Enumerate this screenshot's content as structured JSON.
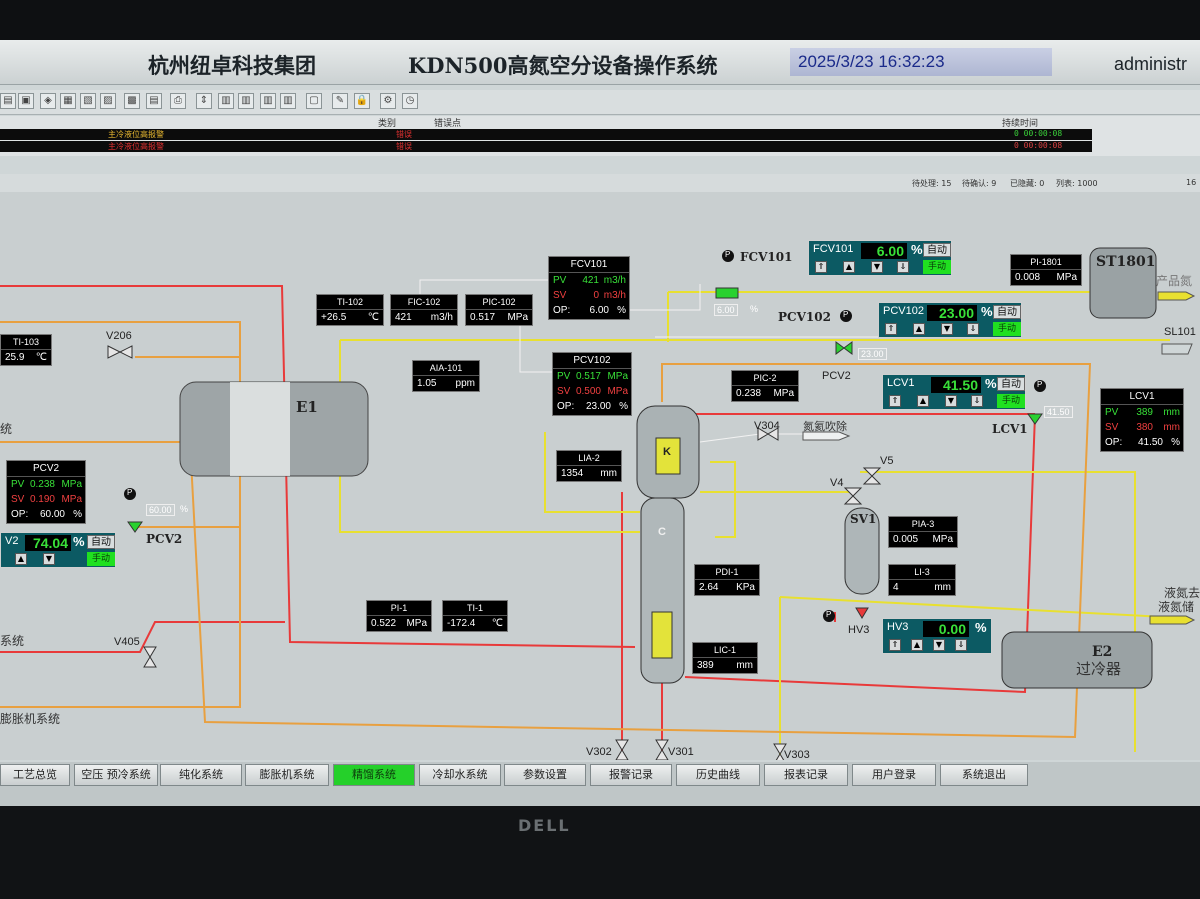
{
  "title": {
    "company": "杭州纽卓科技集团",
    "system": "KDN500高氮空分设备操作系统",
    "datetime": "2025/3/23 16:32:23",
    "user": "administr"
  },
  "alarm": {
    "headers": {
      "type": "类别",
      "point": "错误点",
      "duration": "持续时间"
    },
    "rows": [
      {
        "message": "主冷液位高报警",
        "type": "错误",
        "time": "0 00:00:08",
        "color": "#e8b830"
      },
      {
        "message": "主冷液位高报警",
        "type": "错误",
        "time": "0 00:00:08",
        "color": "#e03030"
      }
    ]
  },
  "status": {
    "pending": "待处理: 15",
    "ack": "待确认: 9",
    "hidden": "已隐藏: 0",
    "total": "列表: 1000",
    "page": "16"
  },
  "colors": {
    "red_pipe": "#e83a3a",
    "yellow_pipe": "#e8e030",
    "orange_pipe": "#e8a040",
    "active_tab": "#25d02a",
    "pv": "#38e038",
    "sv": "#f04040"
  },
  "instruments": {
    "ti103": {
      "tag": "TI-103",
      "value": "25.9",
      "unit": "℃"
    },
    "ti102": {
      "tag": "TI-102",
      "value": "+26.5",
      "unit": "℃"
    },
    "fic102": {
      "tag": "FIC-102",
      "value": "421",
      "unit": "m3/h"
    },
    "pic102": {
      "tag": "PIC-102",
      "value": "0.517",
      "unit": "MPa"
    },
    "aia101": {
      "tag": "AIA-101",
      "value": "1.05",
      "unit": "ppm"
    },
    "pic2": {
      "tag": "PIC-2",
      "value": "0.238",
      "unit": "MPa"
    },
    "lia2": {
      "tag": "LIA-2",
      "value": "1354",
      "unit": "mm"
    },
    "pi1801": {
      "tag": "PI-1801",
      "value": "0.008",
      "unit": "MPa"
    },
    "pdi1": {
      "tag": "PDI-1",
      "value": "2.64",
      "unit": "KPa"
    },
    "pia3": {
      "tag": "PIA-3",
      "value": "0.005",
      "unit": "MPa"
    },
    "li3": {
      "tag": "LI-3",
      "value": "4",
      "unit": "mm"
    },
    "lic1": {
      "tag": "LIC-1",
      "value": "389",
      "unit": "mm"
    },
    "pi1": {
      "tag": "PI-1",
      "value": "0.522",
      "unit": "MPa"
    },
    "ti1": {
      "tag": "TI-1",
      "value": "-172.4",
      "unit": "℃"
    }
  },
  "faceplates": {
    "fcv101": {
      "tag": "FCV101",
      "pv": "421",
      "sv": "0",
      "op": "6.00",
      "unit": "m3/h",
      "op_unit": "%"
    },
    "pcv102": {
      "tag": "PCV102",
      "pv": "0.517",
      "sv": "0.500",
      "op": "23.00",
      "unit": "MPa",
      "op_unit": "%"
    },
    "pcv2": {
      "tag": "PCV2",
      "pv": "0.238",
      "sv": "0.190",
      "op": "60.00",
      "unit": "MPa",
      "op_unit": "%"
    },
    "lcv1": {
      "tag": "LCV1",
      "pv": "389",
      "sv": "380",
      "op": "41.50",
      "unit": "mm",
      "op_unit": "%"
    }
  },
  "controllers": {
    "fcv101": {
      "tag": "FCV101",
      "value": "6.00",
      "unit": "%",
      "auto": "自动",
      "manual": "手动"
    },
    "pcv102": {
      "tag": "PCV102",
      "value": "23.00",
      "unit": "%",
      "auto": "自动",
      "manual": "手动"
    },
    "lcv1": {
      "tag": "LCV1",
      "value": "41.50",
      "unit": "%",
      "auto": "自动",
      "manual": "手动"
    },
    "pcv2": {
      "tag": "V2",
      "value": "74.04",
      "unit": "%",
      "auto": "自动",
      "manual": "手动"
    },
    "hv3": {
      "tag": "HV3",
      "value": "0.00",
      "unit": "%"
    }
  },
  "valve_readouts": {
    "fcv101": "6.00",
    "pcv102": "23.00",
    "lcv1": "41.50",
    "pcv2": "60.00",
    "percent": "%"
  },
  "equipment": {
    "e1": "E1",
    "e2": "E2",
    "e2_name": "过冷器",
    "st1801": "ST1801",
    "sv1": "SV1",
    "column_k": "K",
    "column_c": "C"
  },
  "valves": {
    "v206": "V206",
    "v405": "V405",
    "v304": "V304",
    "v5": "V5",
    "v4": "V4",
    "v302": "V302",
    "v301": "V301",
    "v303": "V303",
    "hv3": "HV3",
    "pcv2": "PCV2",
    "pcv2b": "PCV2",
    "fcv101": "FCV101",
    "pcv102": "PCV102",
    "lcv1": "LCV1",
    "p": "P"
  },
  "labels": {
    "n2_purge": "氮氦吹除",
    "product": "产品氮",
    "sl101": "SL101",
    "ln_line1": "液氮去",
    "ln_line2": "液氮储",
    "sys1": "统",
    "sys2": "系统",
    "expander": "膨胀机系统"
  },
  "nav": {
    "items": [
      "工艺总览",
      "空压 预冷系统",
      "纯化系统",
      "膨胀机系统",
      "精馏系统",
      "冷却水系统",
      "参数设置",
      "报警记录",
      "历史曲线",
      "报表记录",
      "用户登录",
      "系统退出"
    ],
    "active_index": 4
  },
  "bezel": {
    "brand": "DELL"
  }
}
